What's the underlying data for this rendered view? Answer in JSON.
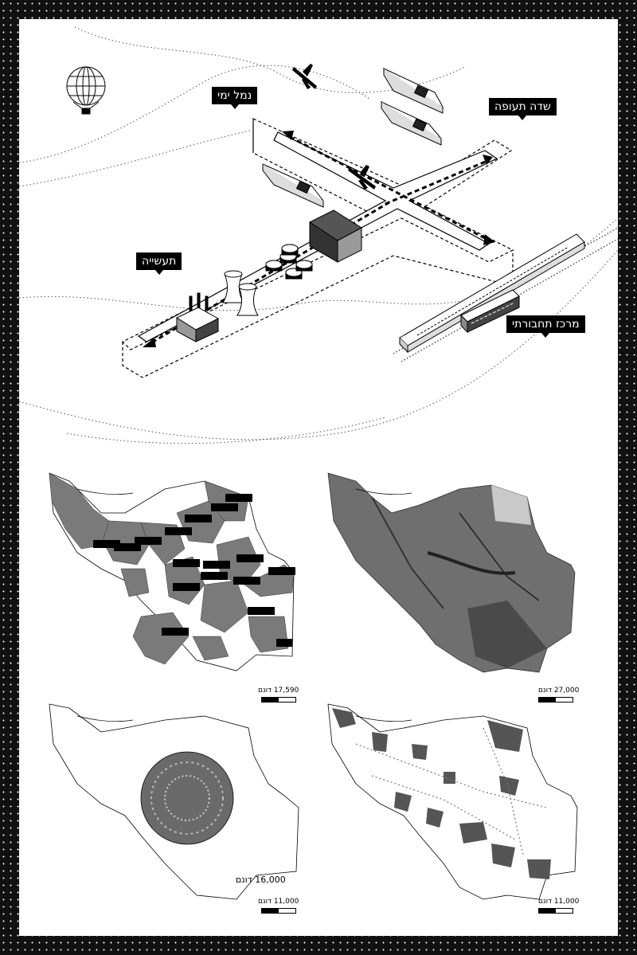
{
  "diagram": {
    "labels": {
      "port": "נמל ימי",
      "airport": "שדה תעופה",
      "industry": "תעשייה",
      "transport_hub": "מרכז תחבורתי"
    }
  },
  "maps": [
    {
      "area": "17,590 דונם"
    },
    {
      "area": "27,000 דונם"
    },
    {
      "area": "16,000 דונם"
    },
    {
      "area": "11,000 דונם"
    },
    {
      "area": "11,000 דונם"
    }
  ],
  "colors": {
    "ink": "#000000",
    "paper": "#ffffff",
    "frame": "#111111",
    "map_gray": "#777777"
  }
}
